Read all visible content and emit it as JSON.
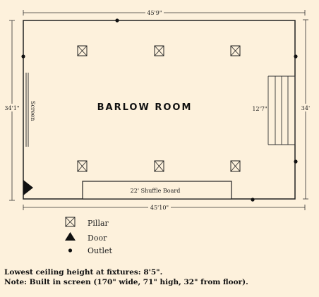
{
  "room": {
    "name": "BARLOW ROOM",
    "top_dimension": "45'9\"",
    "bottom_dimension": "45'10\"",
    "left_dimension": "34'1\"",
    "right_dimension": "34'",
    "stair_dimension": "12'7\"",
    "screen_label": "Screen",
    "shuffleboard_label": "22' Shuffle Board"
  },
  "legend": {
    "pillar": "Pillar",
    "door": "Door",
    "outlet": "Outlet"
  },
  "notes": {
    "line1": "Lowest ceiling height at fixtures: 8'5\".",
    "line2": "Note: Built in screen (170\" wide, 71\" high, 32\" from floor)."
  }
}
